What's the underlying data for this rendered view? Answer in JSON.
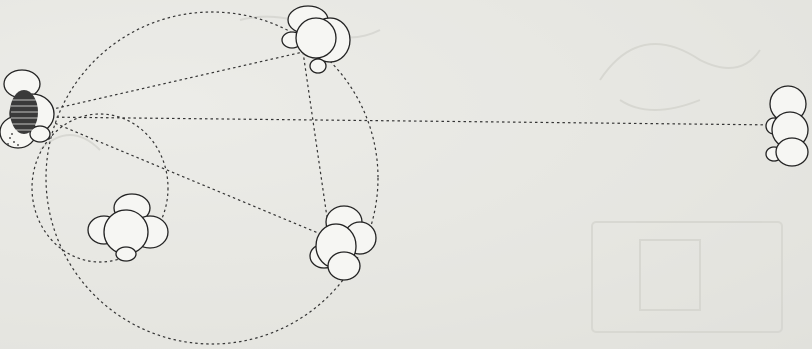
{
  "diagram": {
    "figures": [
      {
        "id": "source",
        "icon": "shell-figure-icon"
      },
      {
        "id": "top",
        "icon": "figure-icon"
      },
      {
        "id": "lower-left",
        "icon": "figure-icon"
      },
      {
        "id": "lower-right",
        "icon": "figure-icon"
      },
      {
        "id": "far-right",
        "icon": "figure-icon"
      }
    ],
    "background_color": "#e8e8e4",
    "line_color": "#333333"
  }
}
